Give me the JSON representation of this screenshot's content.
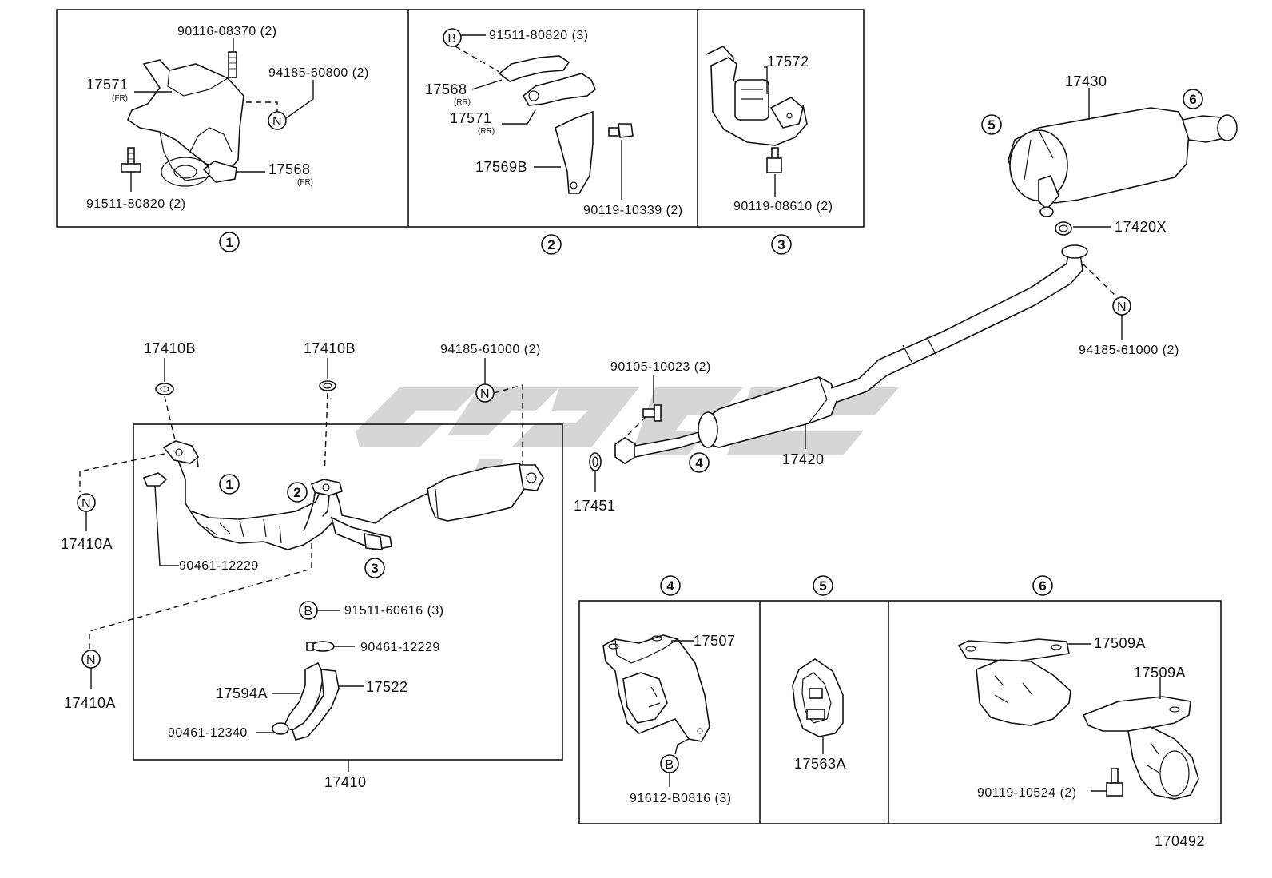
{
  "colors": {
    "ink": "#111111",
    "watermark": "#cfcfcf",
    "background": "#ffffff"
  },
  "markers": {
    "n": "N",
    "b": "B"
  },
  "panels": {
    "p1": {
      "number": "1",
      "labels": {
        "bolt_top": "90116-08370 (2)",
        "part_17571": "17571",
        "part_17571_sub": "(FR)",
        "nut_right": "94185-60800 (2)",
        "part_17568": "17568",
        "part_17568_sub": "(FR)",
        "bolt_bottom": "91511-80820 (2)"
      }
    },
    "p2": {
      "number": "2",
      "labels": {
        "bolt_b": "91511-80820 (3)",
        "part_17568": "17568",
        "part_17568_sub": "(RR)",
        "part_17571": "17571",
        "part_17571_sub": "(RR)",
        "part_17569b": "17569B",
        "bolt_right": "90119-10339 (2)"
      }
    },
    "p3": {
      "number": "3",
      "labels": {
        "part_17572": "17572",
        "bolt_bottom": "90119-08610 (2)"
      }
    },
    "p4": {
      "number": "4",
      "labels": {
        "part_17507": "17507",
        "bolt_b": "91612-B0816 (3)"
      }
    },
    "p5": {
      "number": "5",
      "labels": {
        "part_17563a": "17563A"
      }
    },
    "p6": {
      "number": "6",
      "labels": {
        "part_17509a_top": "17509A",
        "part_17509a_bottom": "17509A",
        "bolt": "90119-10524 (2)"
      }
    }
  },
  "main": {
    "gasket_left": "17410B",
    "gasket_mid": "17410B",
    "nut_top": "94185-61000 (2)",
    "n_left_top": "17410A",
    "n_left_bottom": "17410A",
    "callout_1": "1",
    "callout_2": "2",
    "callout_3": "3",
    "clamp_1": "90461-12229",
    "bolt_b_sub": "91511-60616 (3)",
    "clamp_2": "90461-12229",
    "part_17594a": "17594A",
    "part_17522": "17522",
    "clamp_3": "90461-12340",
    "assembly": "17410",
    "gasket_17451": "17451",
    "bolt_90105": "90105-10023 (2)",
    "callout_4": "4",
    "center_pipe": "17420",
    "muffler": "17430",
    "callout_5": "5",
    "callout_6": "6",
    "gasket_17420x": "17420X",
    "nut_right": "94185-61000 (2)"
  },
  "illustration_code": "170492"
}
